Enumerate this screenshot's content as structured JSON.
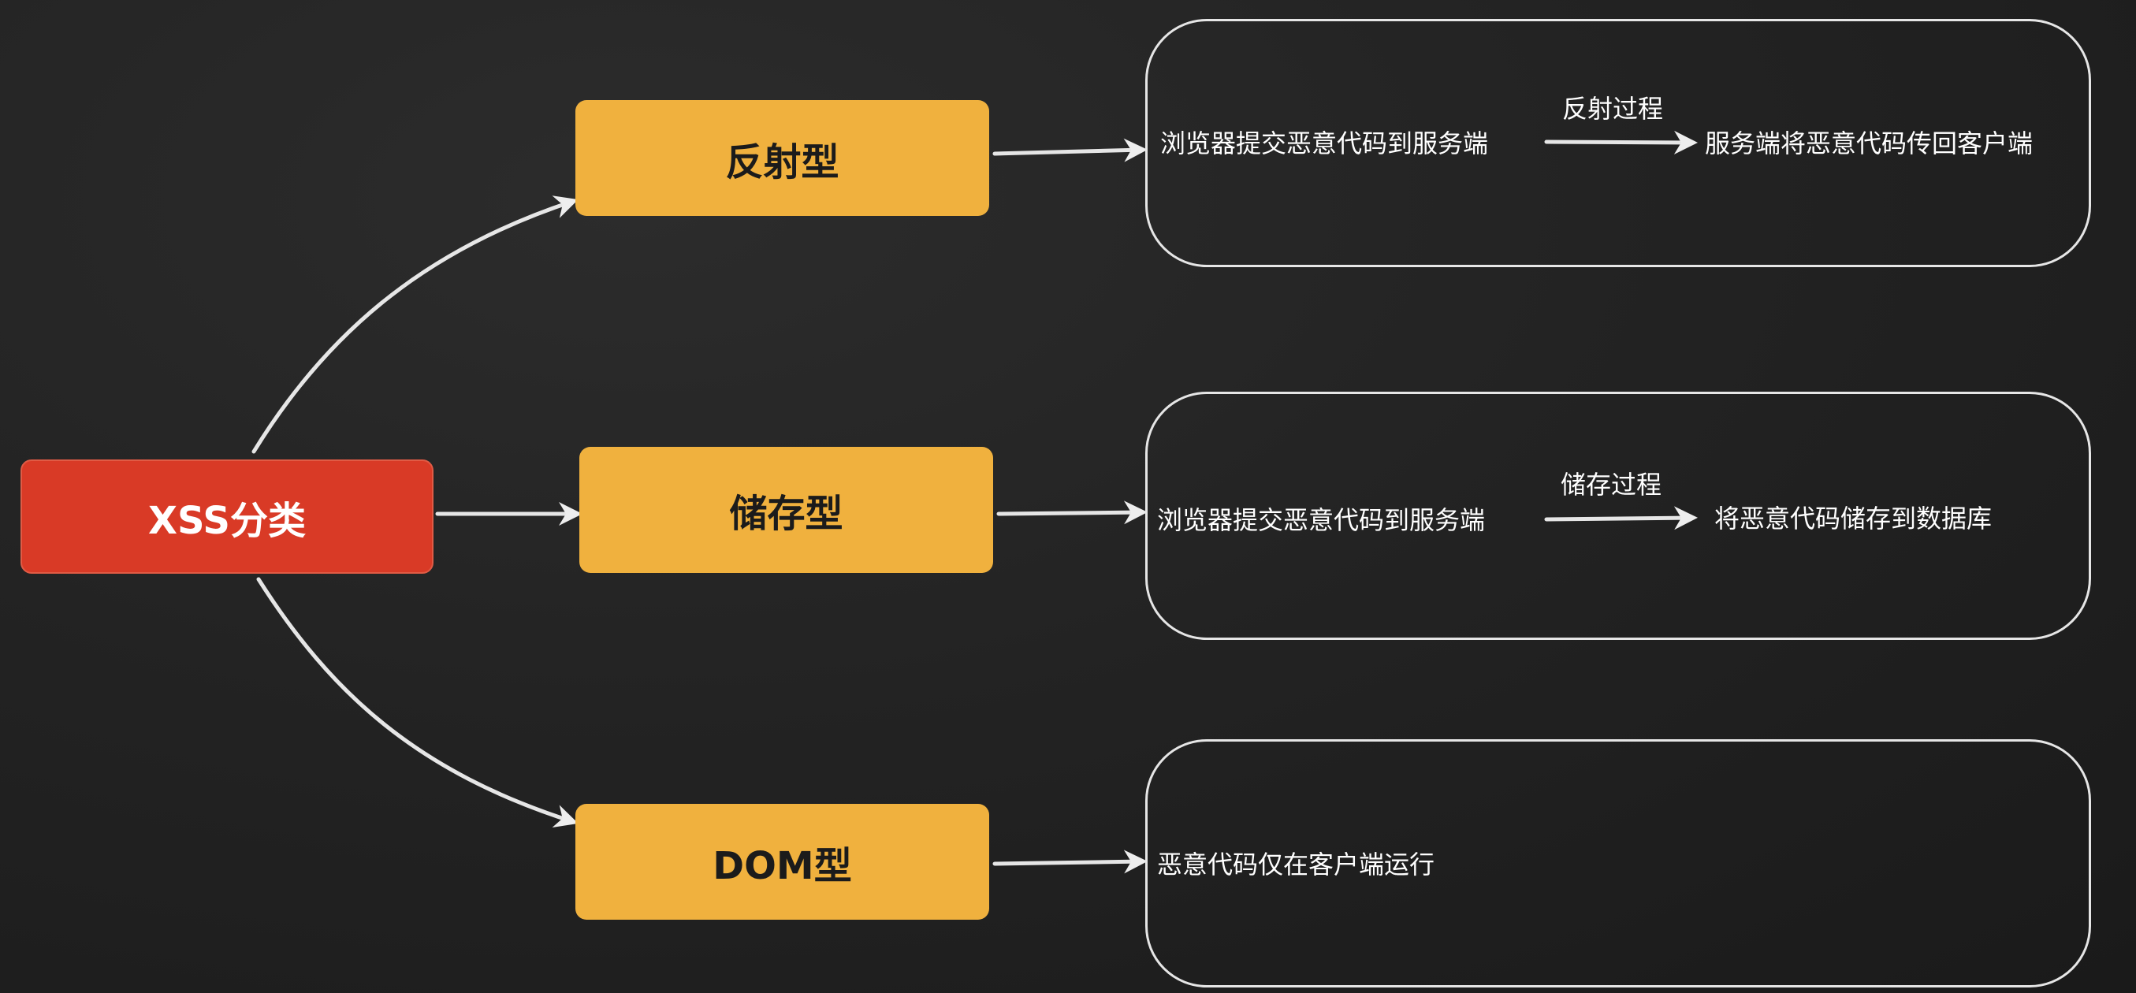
{
  "root": {
    "label": "XSS分类"
  },
  "types": [
    {
      "label": "反射型",
      "steps": [
        "浏览器提交恶意代码到服务端",
        "服务端将恶意代码传回客户端"
      ],
      "process_label": "反射过程"
    },
    {
      "label": "储存型",
      "steps": [
        "浏览器提交恶意代码到服务端",
        "将恶意代码储存到数据库"
      ],
      "process_label": "储存过程"
    },
    {
      "label": "DOM型",
      "steps": [
        "恶意代码仅在客户端运行"
      ]
    }
  ],
  "colors": {
    "root_fill": "#d93a26",
    "type_fill": "#f0b13e",
    "lines": "#e6e6e6",
    "background": "#232323"
  }
}
